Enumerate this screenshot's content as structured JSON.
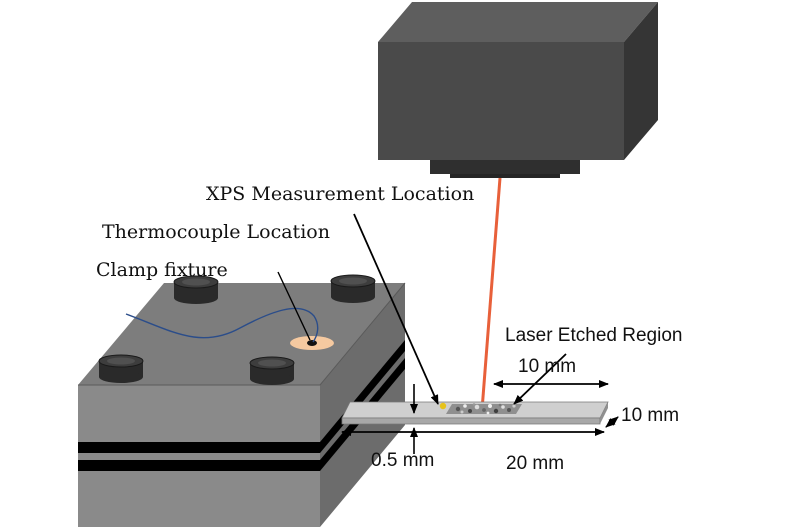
{
  "labels": {
    "xps": "XPS Measurement Location",
    "thermocouple": "Thermocouple Location",
    "clamp": "Clamp fixture",
    "laser_region": "Laser Etched Region",
    "dim_etched_length": "10 mm",
    "dim_width": "10 mm",
    "dim_thickness": "0.5 mm",
    "dim_length": "20 mm"
  },
  "colors": {
    "laser_housing_front": "#4a4a4a",
    "laser_housing_top": "#5e5e5e",
    "laser_housing_side": "#353535",
    "laser_beam": "#e8603a",
    "fixture_top": "#7d7d7d",
    "fixture_front": "#8a8a8a",
    "fixture_side": "#6c6c6c",
    "fixture_stripes": "#000000",
    "knob": "#2a2a2a",
    "thermocouple_pad": "#f5c9a0",
    "thermocouple_wire": "#2b4d8a",
    "sample": "#c4c4c4",
    "xps_dot": "#e6c21a"
  }
}
